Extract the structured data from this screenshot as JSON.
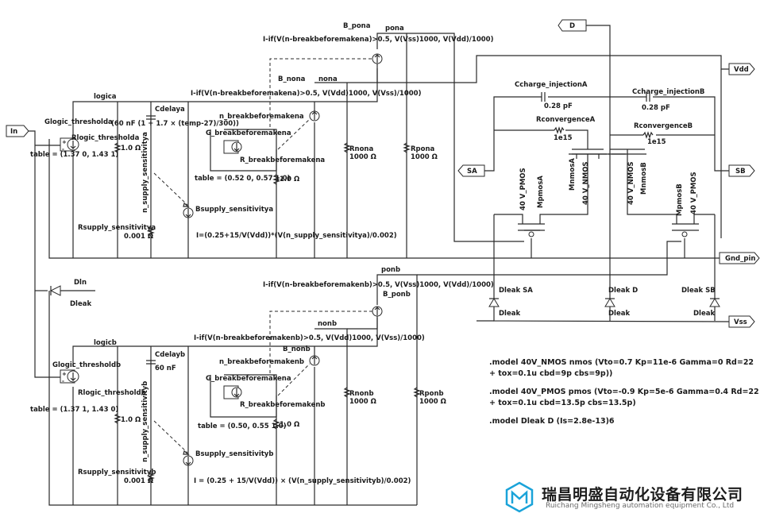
{
  "ports": {
    "in": "In",
    "d": "D",
    "vdd": "Vdd",
    "sa": "SA",
    "sb": "SB",
    "gnd_pin": "Gnd_pin",
    "vss": "Vss"
  },
  "top_block": {
    "logic_net": "logica",
    "glogic": "Glogic_thresholda",
    "cdelay": "Cdelaya",
    "cdelay_value": "(60 nF (1 + 1.7 × (temp-27)/300))",
    "rlogic": "Rlogic_thresholda",
    "rlogic_value": "1.0 Ω",
    "table": "table = (1.37 0, 1.43 1)",
    "n_supply": "n_supply_sensitivitya",
    "rsupply": "Rsupply_sensitivitya",
    "rsupply_value": "0.001 Ω",
    "bsupply": "Bsupply_sensitivitya",
    "bsupply_expr": "I=(0.25+15/V(Vdd))*(V(n_supply_sensitivitya)/0.002)",
    "n_break": "n_breakbeforemakena",
    "g_break": "G_breakbeforemakena",
    "r_break": "R_breakbeforemakena",
    "r_break_value": "1.0 Ω",
    "table_break": "table = (0.52 0, 0.57 1.0)",
    "b_non": "B_nona",
    "non_net": "nona",
    "b_non_expr": "I-if(V(n-breakbeforemakena)>0.5, V(Vdd)1000, V(Vss)/1000)",
    "rnon": "Rnona",
    "rnon_value": "1000 Ω",
    "b_pon": "B_pona",
    "pon_net": "pona",
    "b_pon_expr": "I-if(V(n-breakbeforemakena)>0.5, V(Vss)1000, V(Vdd)/1000)",
    "rpon": "Rpona",
    "rpon_value": "1000 Ω"
  },
  "bottom_block": {
    "logic_net": "logicb",
    "glogic": "Glogic_thresholdb",
    "cdelay": "Cdelayb",
    "cdelay_value": "60 nF",
    "rlogic": "Rlogic_thresholdb",
    "rlogic_value": "1.0 Ω",
    "table": "table = (1.37 1, 1.43 0)",
    "n_supply": "n_supply_sensitivityb",
    "rsupply": "Rsupply_sensitivityb",
    "rsupply_value": "0.001 Ω",
    "bsupply": "Bsupply_sensitivityb",
    "bsupply_expr": "I = (0.25 + 15/V(Vdd)) × (V(n_supply_sensitivityb)/0.002)",
    "n_break": "n_breakbeforemakenb",
    "g_break": "G_breakbeforemakena",
    "r_break": "R_breakbeforemakenb",
    "r_break_value": "1.0 Ω",
    "table_break": "table = (0.50, 0.55 1.0)",
    "b_non": "B_nonb",
    "non_net": "nonb",
    "b_non_expr": "I-if(V(n-breakbeforemakenb)>0.5, V(Vdd)1000, V(Vss)/1000)",
    "rnon": "Rnonb",
    "rnon_value": "1000 Ω",
    "b_pon": "B_ponb",
    "pon_net": "ponb",
    "b_pon_expr": "I-if(V(n-breakbeforemakenb)>0.5, V(Vss)1000, V(Vdd)/1000)",
    "rpon": "Rponb",
    "rpon_value": "1000 Ω"
  },
  "input_diode": {
    "name": "Dln",
    "model": "Dleak"
  },
  "switch": {
    "ccharge_a": "Ccharge_injectionA",
    "ccharge_a_value": "0.28 pF",
    "rconv_a": "RconvergenceA",
    "rconv_a_value": "1e15",
    "ccharge_b": "Ccharge_injectionB",
    "ccharge_b_value": "0.28 pF",
    "rconv_b": "RconvergenceB",
    "rconv_b_value": "1e15",
    "mp_a_type": "40 V_PMOS",
    "mp_a": "MpmosA",
    "mn_a": "MnmosA",
    "mn_a_type": "40 V_NMOS",
    "mn_b_type": "40 V_NMOS",
    "mn_b": "MnmosB",
    "mp_b": "MpmosB",
    "mp_b_type": "40 V_PMOS",
    "dleak_sa": "Dleak SA",
    "dleak_d": "Dleak D",
    "dleak_sb": "Dleak SB",
    "dleak_model": "Dleak"
  },
  "models": {
    "nmos_1": ".model 40V_NMOS nmos (Vto=0.7 Kp=11e-6 Gamma=0 Rd=22",
    "nmos_2": "+ tox=0.1u cbd=9p cbs=9p))",
    "pmos_1": ".model 40V_PMOS pmos (Vto=-0.9 Kp=5e-6 Gamma=0.4 Rd=22",
    "pmos_2": "+ tox=0.1u cbd=13.5p cbs=13.5p)",
    "dleak": ".model Dleak D (Is=2.8e-13)6"
  },
  "logo": {
    "cn": "瑞昌明盛自动化设备有限公司",
    "en": "Ruichang Mingsheng automation equipment Co., Ltd",
    "accent": "#1aa3d9"
  }
}
